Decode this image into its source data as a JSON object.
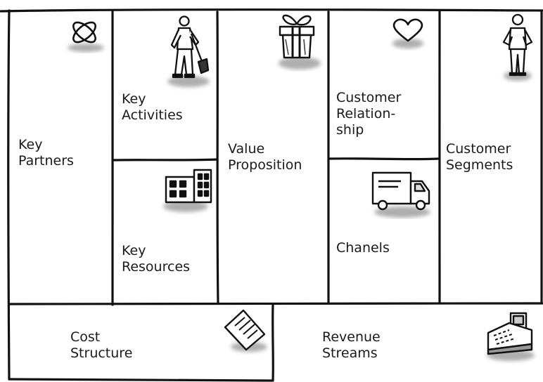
{
  "canvas": {
    "key_partners": [
      "Key",
      "Partners"
    ],
    "key_activities": [
      "Key",
      "Activities"
    ],
    "key_resources": [
      "Key",
      "Resources"
    ],
    "value_proposition": [
      "Value",
      "Proposition"
    ],
    "customer_relationship": [
      "Customer",
      "Relation-",
      "ship"
    ],
    "channels": [
      "Chanels"
    ],
    "customer_segments": [
      "Customer",
      "Segments"
    ],
    "cost_structure": [
      "Cost",
      "Structure"
    ],
    "revenue_streams": [
      "Revenue",
      "Streams"
    ]
  },
  "icons": {
    "key_partners": "atom-icon",
    "key_activities": "worker-with-shovel-icon",
    "key_resources": "building-icon",
    "value_proposition": "gift-box-icon",
    "customer_relationship": "heart-icon",
    "channels": "delivery-truck-icon",
    "customer_segments": "person-icon",
    "cost_structure": "receipt-icon",
    "revenue_streams": "cash-register-icon"
  }
}
